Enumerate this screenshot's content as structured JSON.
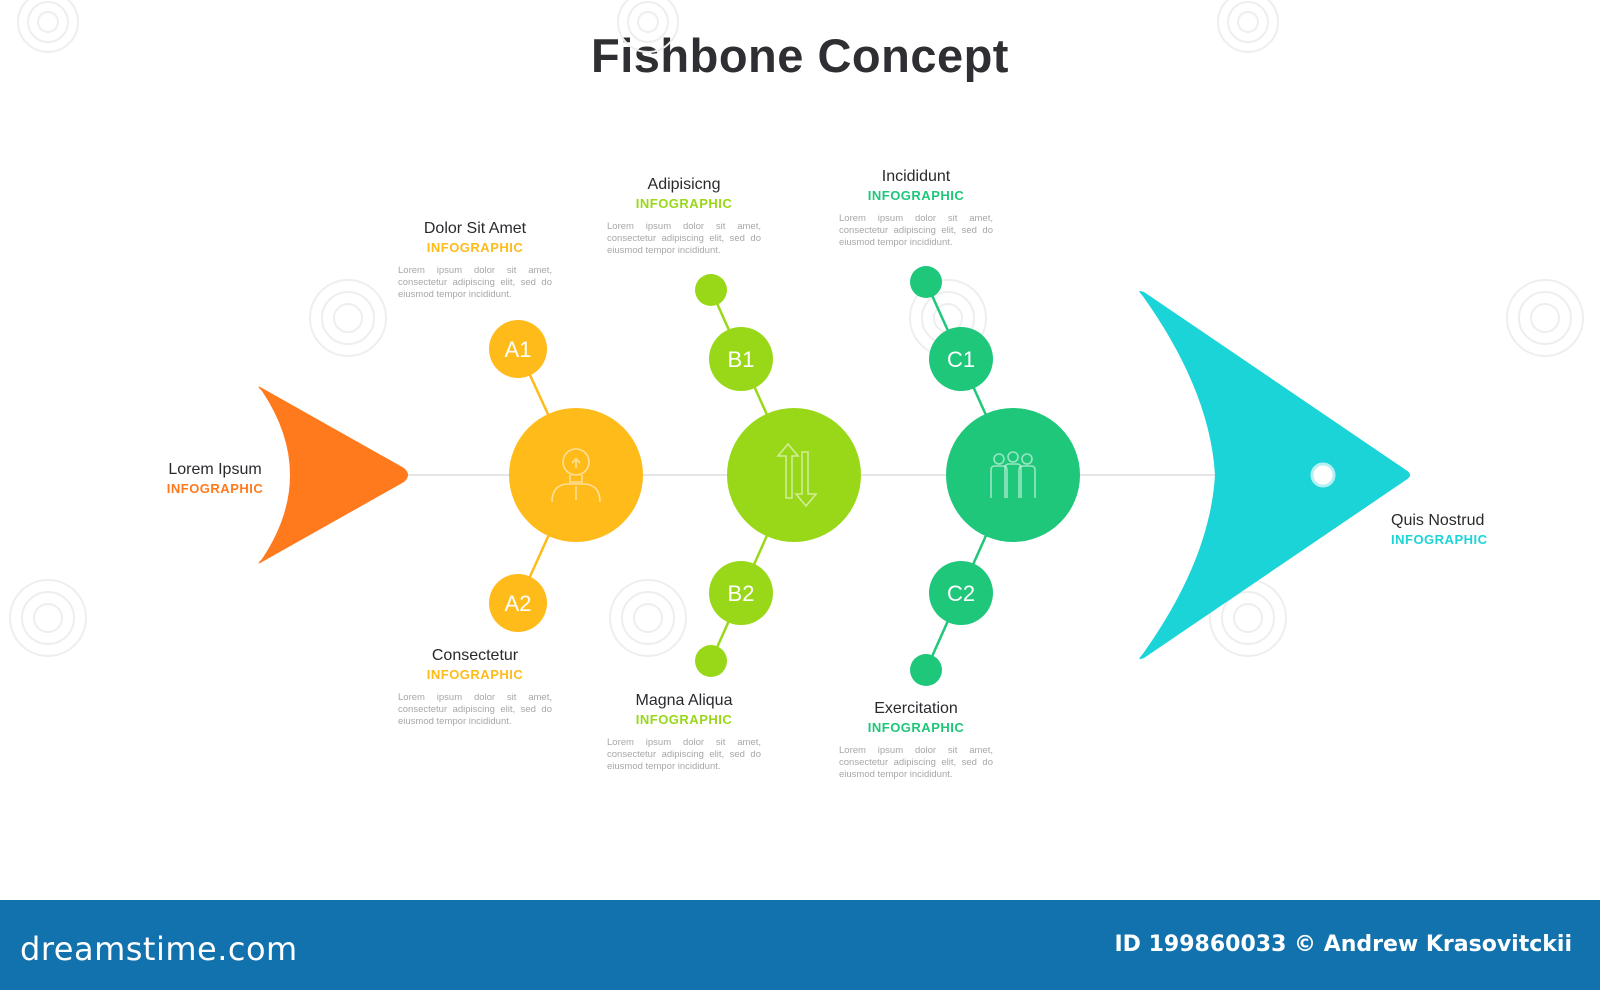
{
  "title": "Fishbone Concept",
  "colors": {
    "orange": "#ff7a1c",
    "yellow": "#ffbb1a",
    "lime": "#99d818",
    "green": "#1ec77a",
    "cyan": "#1ad4d8",
    "footer": "#1172ad",
    "spine": "#e6e6e6",
    "text_dark": "#2a2a2e",
    "text_muted": "#a7a7ab"
  },
  "tail": {
    "title": "Lorem Ipsum",
    "subtitle": "INFOGRAPHIC"
  },
  "head": {
    "title": "Quis Nostrud",
    "subtitle": "INFOGRAPHIC"
  },
  "groups": [
    {
      "icon": "lightbulb-head-icon",
      "top": {
        "badge": "A1",
        "title": "Dolor Sit Amet",
        "subtitle": "INFOGRAPHIC",
        "body": "Lorem ipsum dolor sit amet, consectetur adipiscing elit, sed do eiusmod tempor incididunt."
      },
      "bottom": {
        "badge": "A2",
        "title": "Consectetur",
        "subtitle": "INFOGRAPHIC",
        "body": "Lorem ipsum dolor sit amet, consectetur adipiscing elit, sed do eiusmod tempor incididunt."
      }
    },
    {
      "icon": "up-down-arrows-icon",
      "top": {
        "badge": "B1",
        "title": "Adipisicng",
        "subtitle": "INFOGRAPHIC",
        "body": "Lorem ipsum dolor sit amet, consectetur adipiscing elit, sed do eiusmod tempor incididunt."
      },
      "bottom": {
        "badge": "B2",
        "title": "Magna Aliqua",
        "subtitle": "INFOGRAPHIC",
        "body": "Lorem ipsum dolor sit amet, consectetur adipiscing elit, sed do eiusmod tempor incididunt."
      }
    },
    {
      "icon": "team-people-icon",
      "top": {
        "badge": "C1",
        "title": "Incididunt",
        "subtitle": "INFOGRAPHIC",
        "body": "Lorem ipsum dolor sit amet, consectetur adipiscing elit, sed do eiusmod tempor incididunt."
      },
      "bottom": {
        "badge": "C2",
        "title": "Exercitation",
        "subtitle": "INFOGRAPHIC",
        "body": "Lorem ipsum dolor sit amet, consectetur adipiscing elit, sed do eiusmod tempor incididunt."
      }
    }
  ],
  "footer": {
    "brand": "dreamstime.com",
    "credit": "ID 199860033 © Andrew Krasovitckii"
  }
}
